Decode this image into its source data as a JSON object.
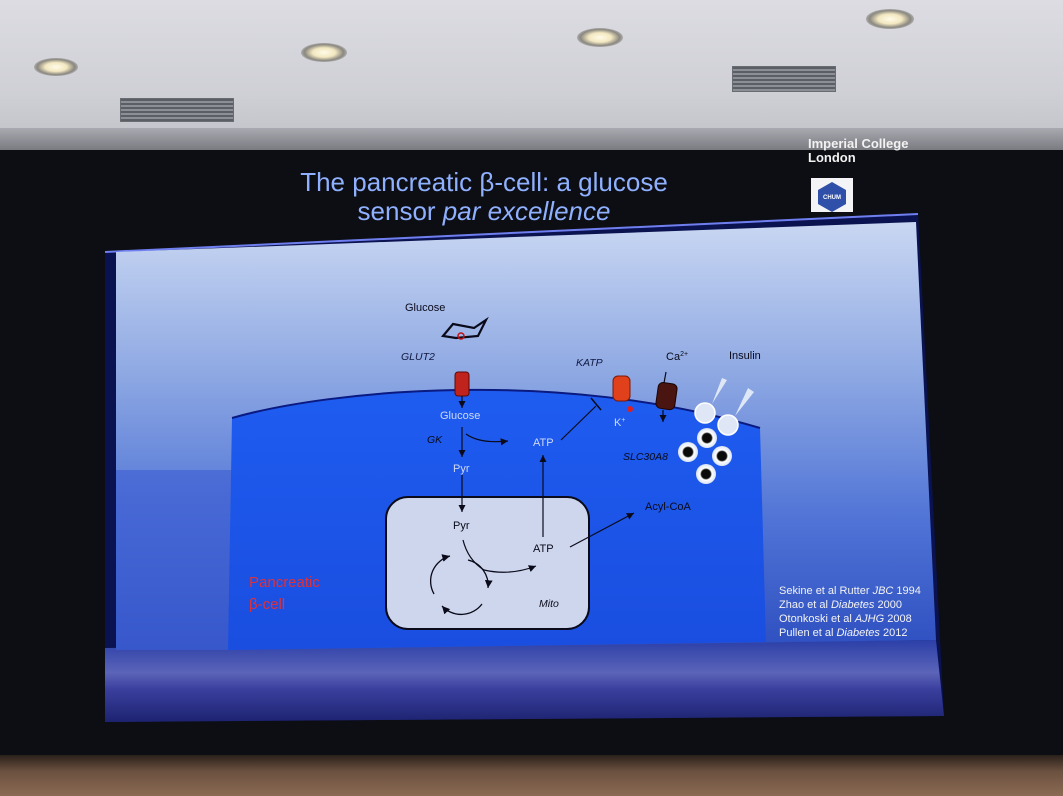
{
  "slide": {
    "title_line1": "The pancreatic β-cell: a glucose",
    "title_line2_prefix": "sensor ",
    "title_line2_italic": "par excellence",
    "institution_line1": "Imperial College",
    "institution_line2": "London",
    "logo_text": "CHUM"
  },
  "diagram": {
    "glucose_top": "Glucose",
    "glut2": "GLUT2",
    "glucose_in": "Glucose",
    "gk": "GK",
    "pyr_cyto": "Pyr",
    "atp_cyto": "ATP",
    "katp": "KATP",
    "ca": "Ca",
    "ca_sup": "2+",
    "k": "K",
    "k_sup": "+",
    "insulin": "Insulin",
    "slc30a8": "SLC30A8",
    "pyr_mito": "Pyr",
    "atp_mito": "ATP",
    "acyl_coa": "Acyl-CoA",
    "mito": "Mito",
    "cell_label_line1": "Pancreatic",
    "cell_label_line2": "β-cell"
  },
  "references": [
    {
      "authors": "Sekine et al Rutter ",
      "journal": "JBC",
      "year": " 1994"
    },
    {
      "authors": "Zhao et al ",
      "journal": "Diabetes",
      "year": " 2000"
    },
    {
      "authors": "Otonkoski et al ",
      "journal": "AJHG",
      "year": " 2008"
    },
    {
      "authors": "Pullen et al ",
      "journal": "Diabetes",
      "year": " 2012"
    }
  ]
}
